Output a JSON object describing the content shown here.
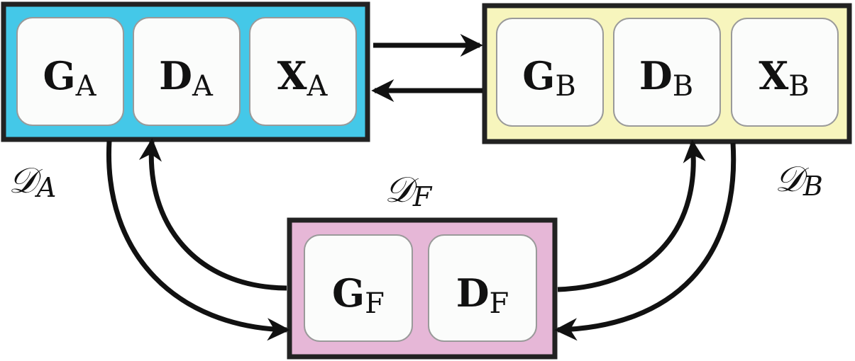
{
  "colors": {
    "domain_a": "#44c8e8",
    "domain_b": "#f7f5bd",
    "domain_f": "#e6b7d7",
    "cell_fill": "#fbfcfb",
    "cell_stroke": "#9a9a9a",
    "frame_stroke": "#222222",
    "arrow": "#111111"
  },
  "boxes": {
    "a": {
      "label_main": "𝒟",
      "label_sub": "A",
      "cells": [
        {
          "main": "G",
          "sub": "A"
        },
        {
          "main": "D",
          "sub": "A"
        },
        {
          "main": "X",
          "sub": "A"
        }
      ]
    },
    "b": {
      "label_main": "𝒟",
      "label_sub": "B",
      "cells": [
        {
          "main": "G",
          "sub": "B"
        },
        {
          "main": "D",
          "sub": "B"
        },
        {
          "main": "X",
          "sub": "B"
        }
      ]
    },
    "f": {
      "label_main": "𝒟",
      "label_sub": "F",
      "cells": [
        {
          "main": "G",
          "sub": "F"
        },
        {
          "main": "D",
          "sub": "F"
        }
      ]
    }
  }
}
